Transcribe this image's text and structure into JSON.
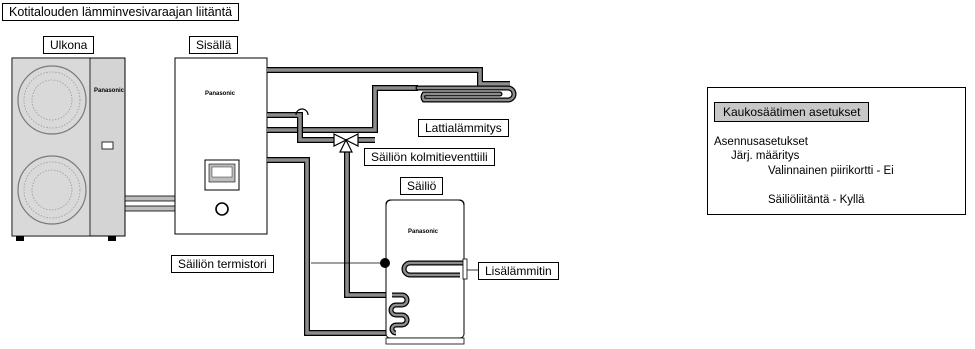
{
  "title": "Kotitalouden lämminvesivaraajan liitäntä",
  "labels": {
    "outdoor": "Ulkona",
    "indoor": "Sisällä",
    "floor_heating": "Lattialämmitys",
    "three_way_valve": "Säiliön kolmitieventtiili",
    "tank": "Säiliö",
    "tank_thermistor": "Säiliön termistori",
    "booster_heater": "Lisälämmitin"
  },
  "brand": "Panasonic",
  "settings": {
    "title": "Kaukosäätimen asetukset",
    "lines": [
      "Asennusasetukset",
      "Järj. määritys",
      "Valinnainen piirikortti - Ei",
      "Säiliöliitäntä - Kyllä"
    ]
  },
  "colors": {
    "pipe": "#8c8c8c",
    "unit_gray": "#d4d4d4"
  }
}
